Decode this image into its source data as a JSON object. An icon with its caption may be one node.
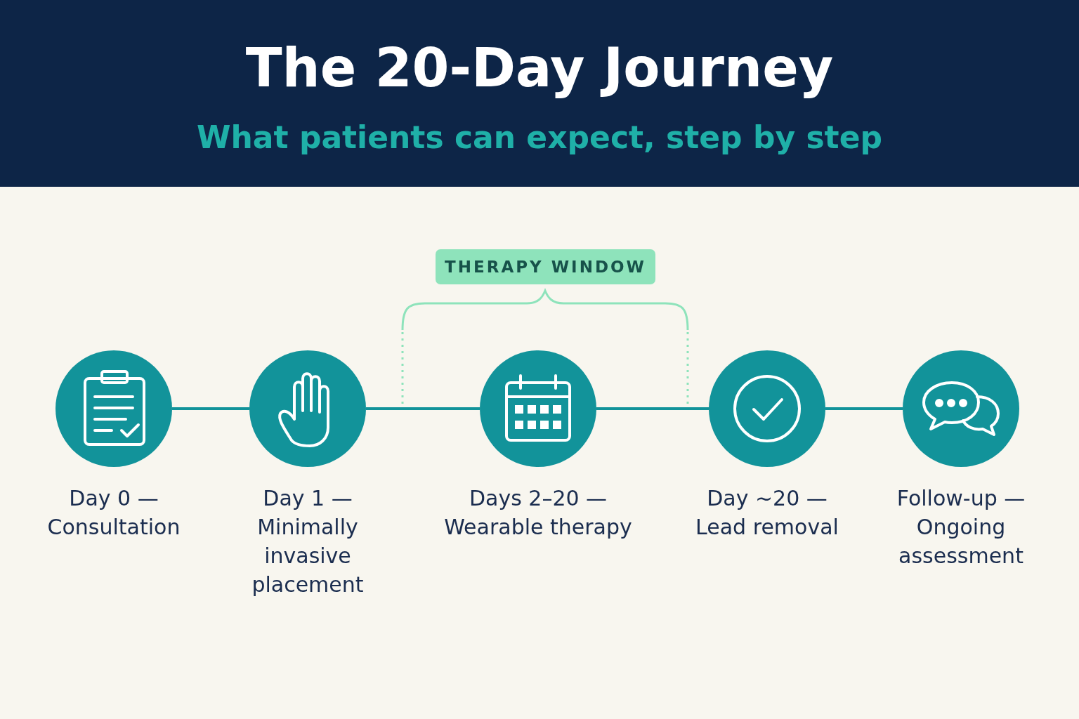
{
  "diagram": {
    "title": "The 20-Day Journey",
    "caption": "What patients can expect, step by step",
    "nodes": [
      {
        "text": [
          "Day 0 —",
          "Consultation"
        ]
      },
      {
        "text": [
          "Day 1 —",
          "Minimally invasive placement"
        ]
      },
      {
        "text": [
          "Days 2–20 —",
          "Wearable therapy"
        ]
      },
      {
        "text": [
          "Day ~20 —",
          "Lead removal"
        ]
      },
      {
        "text": [
          "Follow-up —",
          "Ongoing assessment"
        ]
      },
      {
        "text": [
          "THERAPY WINDOW"
        ]
      }
    ],
    "edges": [
      {
        "from": 0,
        "to": 1,
        "arrow": "none"
      },
      {
        "from": 1,
        "to": 2,
        "arrow": "none"
      },
      {
        "from": 2,
        "to": 3,
        "arrow": "none"
      },
      {
        "from": 3,
        "to": 4,
        "arrow": "none"
      }
    ]
  }
}
